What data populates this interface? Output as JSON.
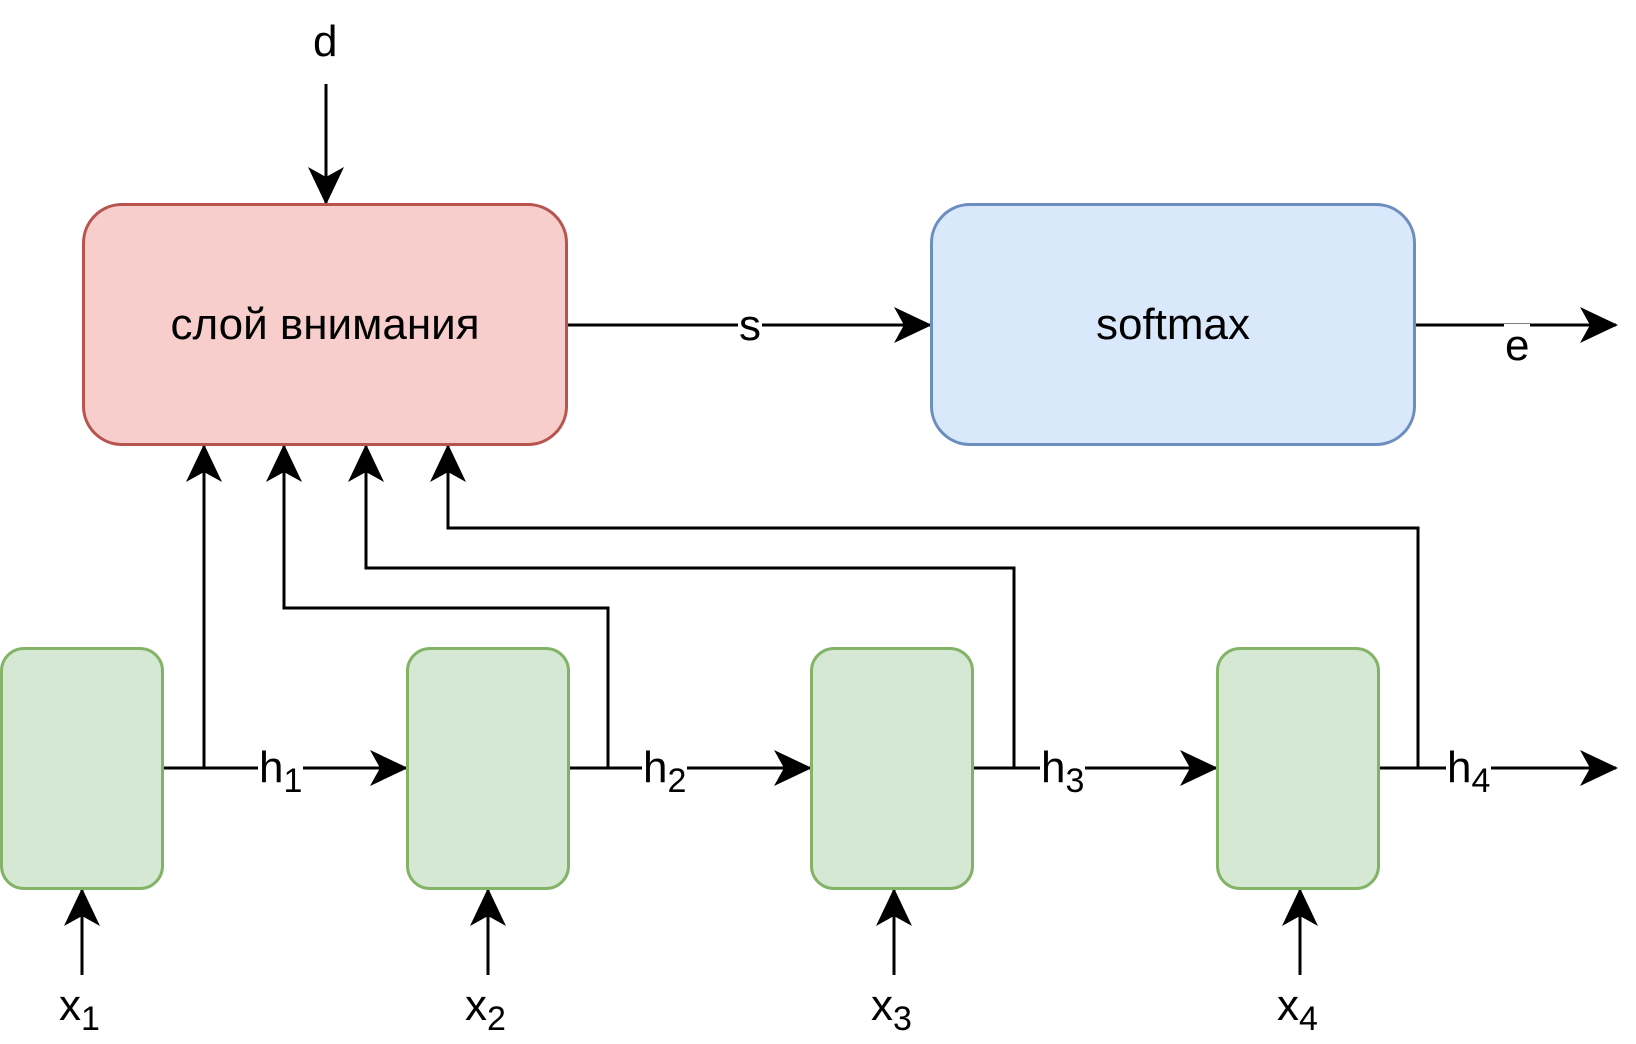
{
  "blocks": {
    "attention": {
      "label": "слой внимания",
      "fill": "#f8cecc",
      "stroke": "#b85450"
    },
    "softmax": {
      "label": "softmax",
      "fill": "#dae8fc",
      "stroke": "#6c8ebf"
    }
  },
  "rnn": {
    "fill": "#d5e8d4",
    "stroke": "#82b366",
    "cells": [
      {
        "input": {
          "base": "x",
          "sub": "1"
        },
        "hidden": {
          "base": "h",
          "sub": "1"
        }
      },
      {
        "input": {
          "base": "x",
          "sub": "2"
        },
        "hidden": {
          "base": "h",
          "sub": "2"
        }
      },
      {
        "input": {
          "base": "x",
          "sub": "3"
        },
        "hidden": {
          "base": "h",
          "sub": "3"
        }
      },
      {
        "input": {
          "base": "x",
          "sub": "4"
        },
        "hidden": {
          "base": "h",
          "sub": "4"
        }
      }
    ]
  },
  "edges": {
    "decoder_input": "d",
    "scores": "s",
    "output": "e"
  },
  "colors": {
    "line": "#000000"
  }
}
